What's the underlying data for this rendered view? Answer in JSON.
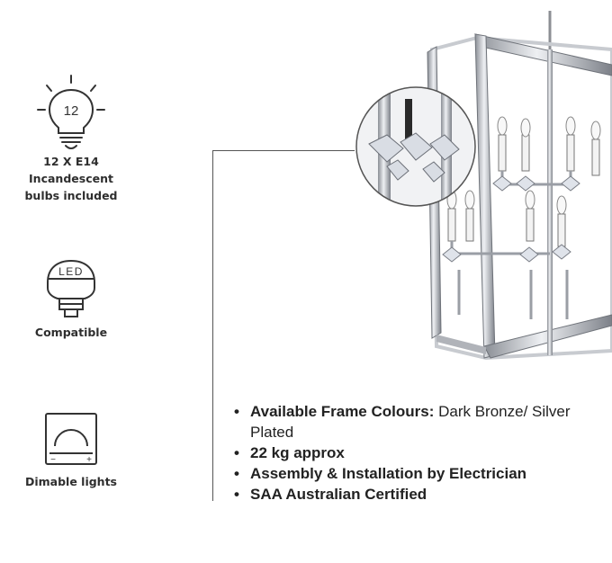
{
  "features": {
    "bulb": {
      "icon": "light-bulb-icon",
      "number": "12",
      "caption_line1": "12 X E14 Incandescent",
      "caption_line2": "bulbs included"
    },
    "led": {
      "icon": "led-bulb-icon",
      "badge": "LED",
      "caption": "Compatible"
    },
    "dim": {
      "icon": "dimmer-icon",
      "minus": "−",
      "plus": "+",
      "caption": "Dimable lights"
    }
  },
  "specs": [
    {
      "label": "Available Frame Colours:",
      "value": " Dark Bronze/ Silver Plated"
    },
    {
      "label": "22 kg approx",
      "value": ""
    },
    {
      "label": "Assembly & Installation by Electrician",
      "value": ""
    },
    {
      "label": "SAA Australian Certified",
      "value": ""
    }
  ],
  "colors": {
    "text": "#2a2a2a",
    "chrome": "#b9bcc2",
    "line": "#555555"
  }
}
